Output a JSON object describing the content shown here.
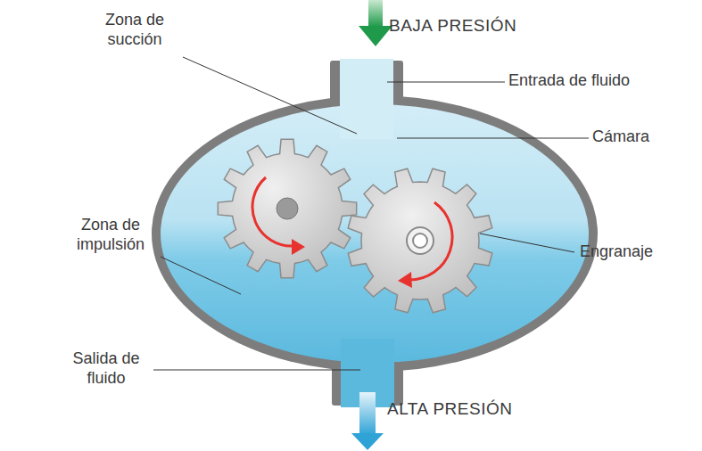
{
  "diagram": {
    "labels": [
      "BAJA PRESIÓN",
      "Zona de succión",
      "Entrada de fluido",
      "Cámara",
      "Zona de impulsión",
      "Engranaje",
      "Salida de fluido",
      "ALTA PRESIÓN"
    ]
  }
}
